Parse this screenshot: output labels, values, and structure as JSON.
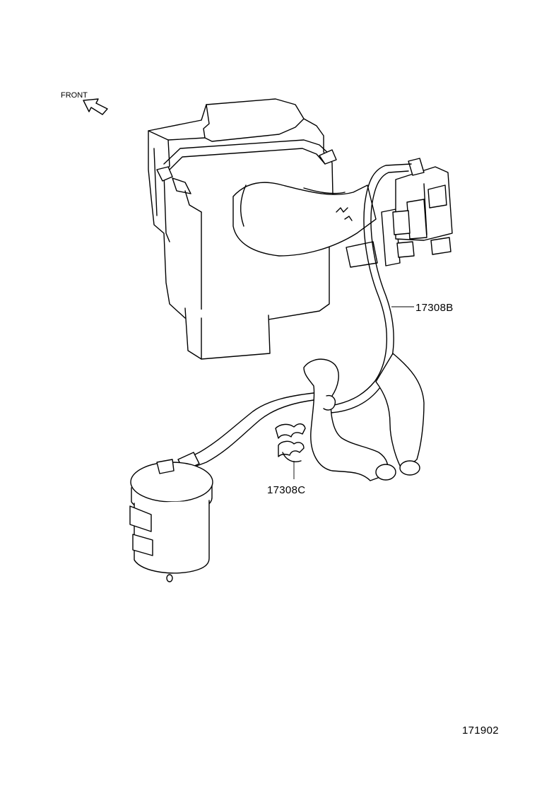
{
  "front_label": "FRONT",
  "callouts": {
    "hose": "17308B",
    "clamp": "17308C"
  },
  "diagram_number": "171902"
}
